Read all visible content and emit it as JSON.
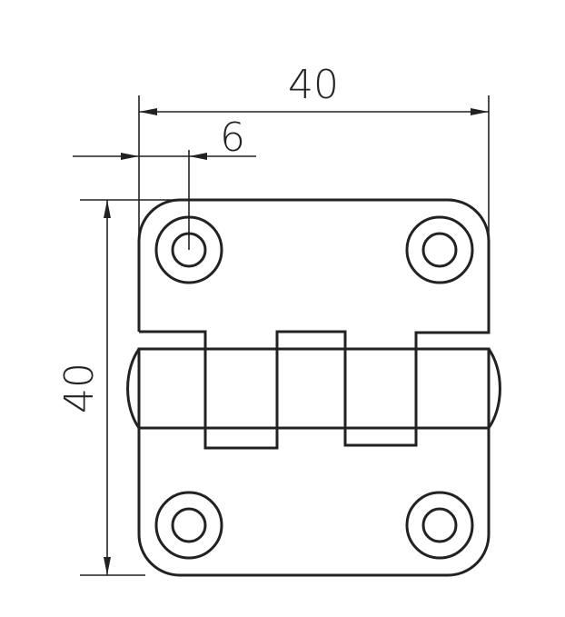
{
  "dimensions": {
    "overall_width": "40",
    "hole_offset": "6",
    "overall_height": "40"
  },
  "colors": {
    "line": "#222222",
    "background": "#ffffff"
  }
}
